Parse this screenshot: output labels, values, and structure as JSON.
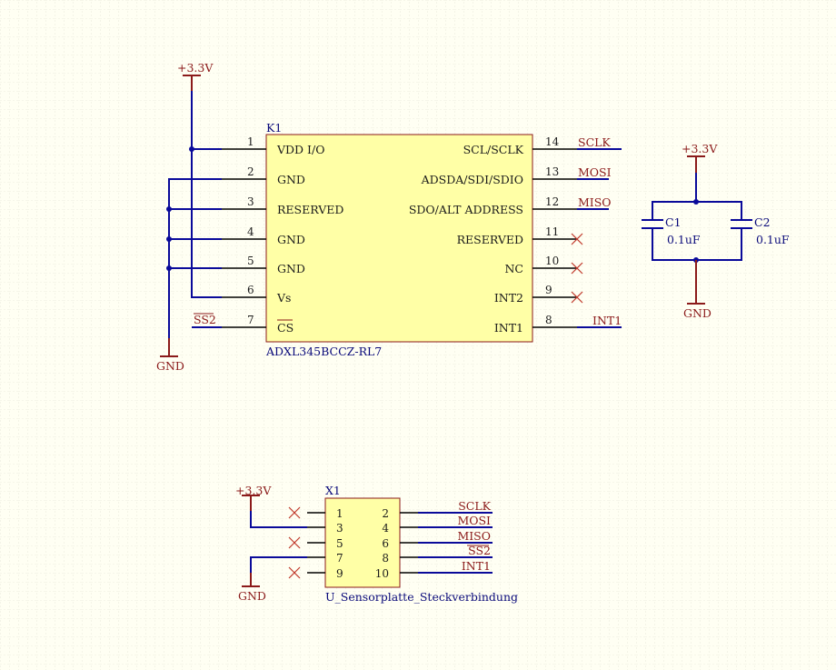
{
  "k1": {
    "ref": "K1",
    "part": "ADXL345BCCZ-RL7",
    "left_pins": [
      {
        "num": "1",
        "name": "VDD I/O"
      },
      {
        "num": "2",
        "name": "GND"
      },
      {
        "num": "3",
        "name": "RESERVED"
      },
      {
        "num": "4",
        "name": "GND"
      },
      {
        "num": "5",
        "name": "GND"
      },
      {
        "num": "6",
        "name": "Vs"
      },
      {
        "num": "7",
        "name": "CS"
      }
    ],
    "right_pins": [
      {
        "num": "14",
        "name": "SCL/SCLK",
        "net": "SCLK"
      },
      {
        "num": "13",
        "name": "ADSDA/SDI/SDIO",
        "net": "MOSI"
      },
      {
        "num": "12",
        "name": "SDO/ALT ADDRESS",
        "net": "MISO"
      },
      {
        "num": "11",
        "name": "RESERVED",
        "net": ""
      },
      {
        "num": "10",
        "name": "NC",
        "net": ""
      },
      {
        "num": "9",
        "name": "INT2",
        "net": ""
      },
      {
        "num": "8",
        "name": "INT1",
        "net": "INT1"
      }
    ],
    "cs_net": "SS2",
    "power": "+3.3V",
    "ground": "GND"
  },
  "caps": {
    "power": "+3.3V",
    "ground": "GND",
    "c1": {
      "ref": "C1",
      "value": "0.1uF"
    },
    "c2": {
      "ref": "C2",
      "value": "0.1uF"
    }
  },
  "x1": {
    "ref": "X1",
    "part": "U_Sensorplatte_Steckverbindung",
    "left_nums": [
      "1",
      "3",
      "5",
      "7",
      "9"
    ],
    "right_nums": [
      "2",
      "4",
      "6",
      "8",
      "10"
    ],
    "right_nets": [
      "SCLK",
      "MOSI",
      "MISO",
      "SS2",
      "INT1"
    ],
    "power": "+3.3V",
    "ground": "GND"
  },
  "colors": {
    "background": "#fffff3",
    "grid": "#d8d8c8",
    "wire": "#0a0a9a",
    "power": "#8b1a1a",
    "body": "#ffffa6",
    "no_connect": "#c0392b"
  }
}
